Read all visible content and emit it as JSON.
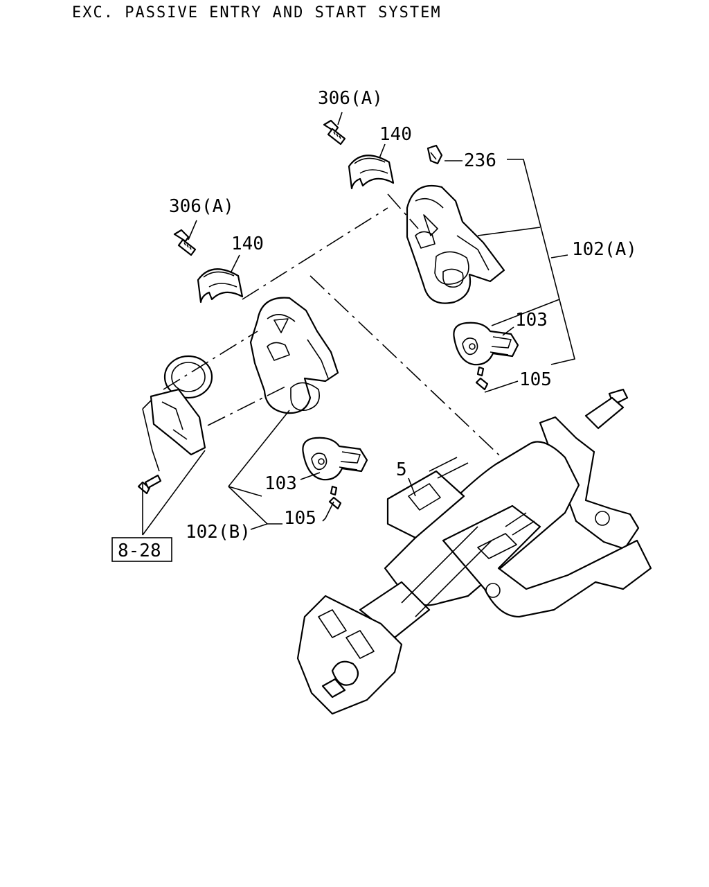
{
  "header": {
    "title": "EXC. PASSIVE ENTRY AND START SYSTEM"
  },
  "labels": {
    "p306a_top": "306(A)",
    "p140_top": "140",
    "p236": "236",
    "p102a": "102(A)",
    "p103_right": "103",
    "p105_right": "105",
    "p306a_left": "306(A)",
    "p140_left": "140",
    "p103_left": "103",
    "p105_left": "105",
    "p102b": "102(B)",
    "p5": "5",
    "ref_8_28": "8-28"
  }
}
